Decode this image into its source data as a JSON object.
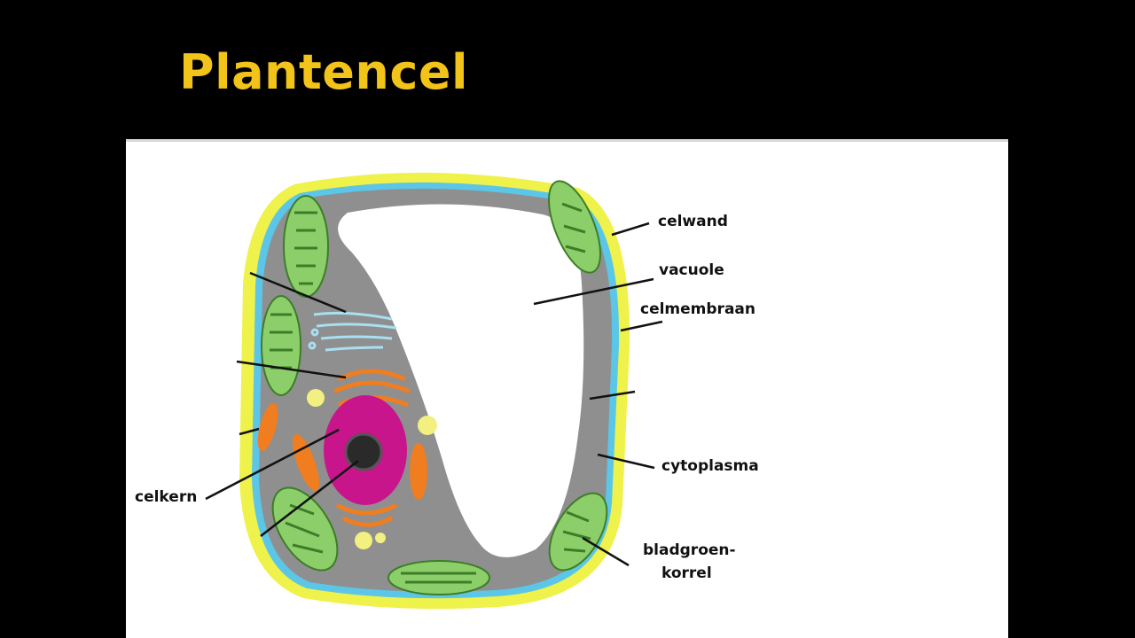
{
  "slide": {
    "title": "Plantencel"
  },
  "labels": {
    "celwand": "celwand",
    "vacuole": "vacuole",
    "celmembraan": "celmembraan",
    "cytoplasma": "cytoplasma",
    "bladgroenkorrel_line1": "bladgroen-",
    "bladgroenkorrel_line2": "korrel",
    "celkern": "celkern"
  },
  "colors": {
    "title": "#f2c419",
    "background": "#000000",
    "cell_wall": "#eef24a",
    "cell_membrane": "#5bc6e8",
    "cytoplasm": "#8f8f8f",
    "vacuole": "#ffffff",
    "chloroplast": "#8ccf6a",
    "nucleus": "#c8158c",
    "nucleolus": "#2a2a2a",
    "golgi": "#f07d20",
    "mitochondria": "#f07d20",
    "er": "#a9dff2",
    "vesicle": "#f2f080"
  }
}
